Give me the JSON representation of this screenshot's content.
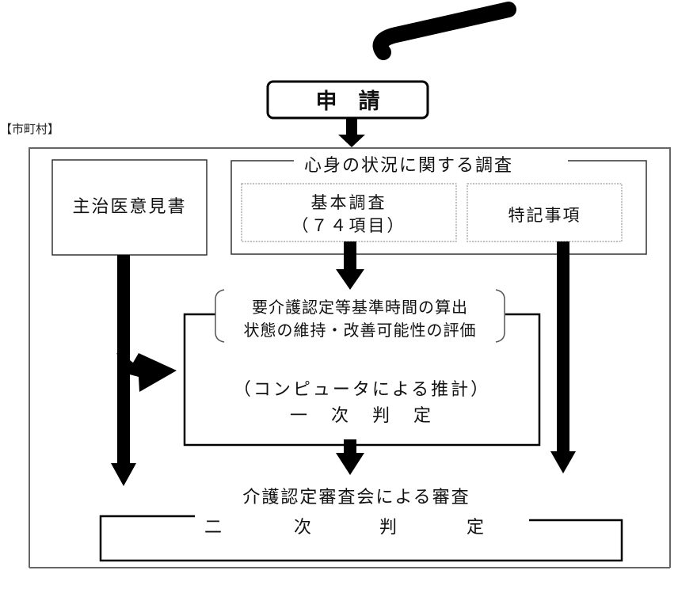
{
  "diagram": {
    "municipality_label": "【市町村】",
    "application": {
      "label": "申　請"
    },
    "doctor_opinion": {
      "label": "主治医意見書"
    },
    "survey": {
      "title": "心身の状況に関する調査",
      "basic": {
        "line1": "基本調査",
        "line2": "（７４項目）"
      },
      "special_notes": {
        "label": "特記事項"
      }
    },
    "primary_judgment": {
      "bracket_line1": "要介護認定等基準時間の算出",
      "bracket_line2": "状態の維持・改善可能性の評価",
      "method": "（コンピュータによる推計）",
      "title": "一　次　判　定"
    },
    "secondary_judgment": {
      "review": "介護認定審査会による審査",
      "title_chars": [
        "二",
        "次",
        "判",
        "定"
      ]
    },
    "colors": {
      "line": "#000000",
      "frame": "#555555",
      "dotted": "#999999"
    }
  }
}
